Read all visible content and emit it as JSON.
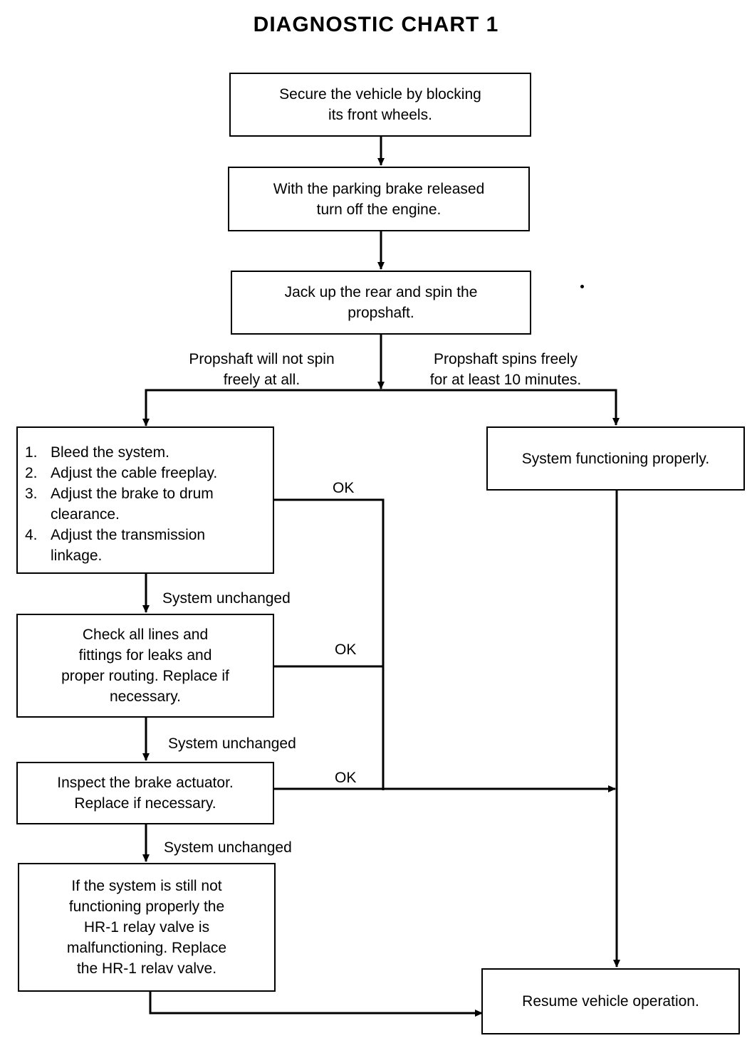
{
  "title": "DIAGNOSTIC CHART 1",
  "nodes": {
    "secure": "Secure the vehicle by blocking\nits front wheels.",
    "parking": "With the parking brake released\nturn off the engine.",
    "jack": "Jack up the rear and spin the\npropshaft.",
    "steps": [
      {
        "num": "1.",
        "text": "Bleed the system."
      },
      {
        "num": "2.",
        "text": "Adjust the cable freeplay."
      },
      {
        "num": "3.",
        "text": "Adjust the brake to drum\nclearance."
      },
      {
        "num": "4.",
        "text": "Adjust the transmission\nlinkage."
      }
    ],
    "functioning": "System functioning properly.",
    "check_lines": "Check all lines and\nfittings for leaks and\nproper routing. Replace if\nnecessary.",
    "inspect": "Inspect the brake actuator.\nReplace if necessary.",
    "relay": "If the system is still not\nfunctioning properly the\nHR-1 relay valve is\nmalfunctioning. Replace\nthe HR-1 relav valve.",
    "resume": "Resume vehicle operation."
  },
  "labels": {
    "no_spin": "Propshaft will not spin\nfreely  at all.",
    "spins": "Propshaft  spins freely\nfor at least 10 minutes.",
    "ok_1": "OK",
    "ok_2": "OK",
    "ok_3": "OK",
    "unchanged_1": "System  unchanged",
    "unchanged_2": "System  unchanged",
    "unchanged_3": "System  unchanged"
  }
}
